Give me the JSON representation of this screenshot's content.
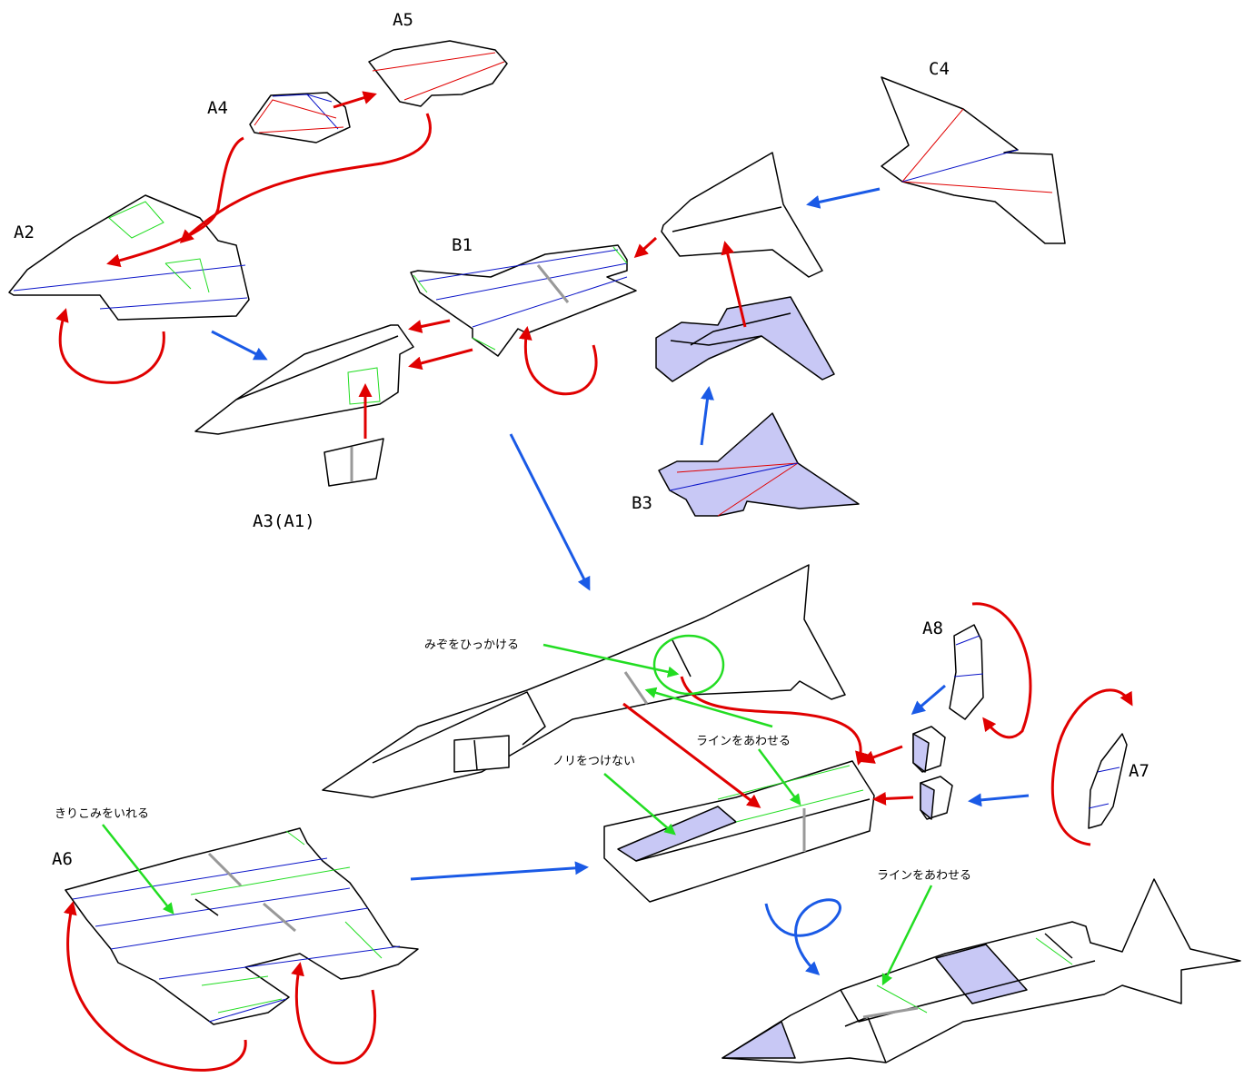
{
  "labels": {
    "a2": "A2",
    "a3": "A3(A1)",
    "a4": "A4",
    "a5": "A5",
    "a6": "A6",
    "a7": "A7",
    "a8": "A8",
    "b1": "B1",
    "b3": "B3",
    "c4": "C4"
  },
  "notes": {
    "hook_groove": "みぞをひっかける",
    "align_lines_1": "ラインをあわせる",
    "no_glue": "ノリをつけない",
    "insert_cut": "きりこみをいれる",
    "align_lines_2": "ラインをあわせる"
  },
  "colors": {
    "fold_red": "#e00000",
    "fold_blue": "#0a14c8",
    "glue_green": "#22dd22",
    "arrow_blue": "#1a5ae6",
    "part_fill": "#c8c8f5"
  }
}
